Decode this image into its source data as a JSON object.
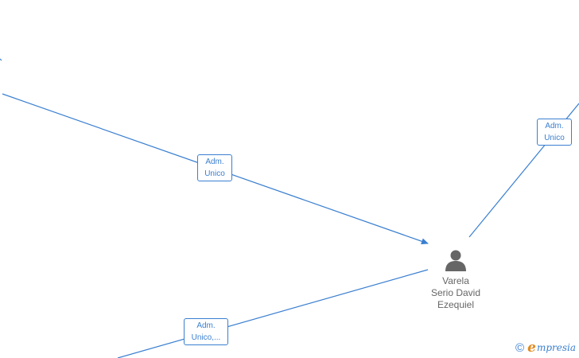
{
  "center_person": {
    "name_line1": "Varela",
    "name_line2": "Serio David",
    "name_line3": "Ezequiel",
    "icon": "person-icon"
  },
  "relations": [
    {
      "line1": "Adm.",
      "line2": "Unico"
    },
    {
      "line1": "Adm.",
      "line2": "Unico"
    },
    {
      "line1": "Adm.",
      "line2": "Unico,..."
    }
  ],
  "branding": {
    "copyright_symbol": "©",
    "logo_initial": "e",
    "logo_text": "mpresia"
  },
  "colors": {
    "edge": "#3a7fd0",
    "person": "#666666",
    "brand_accent": "#e08a1e"
  }
}
